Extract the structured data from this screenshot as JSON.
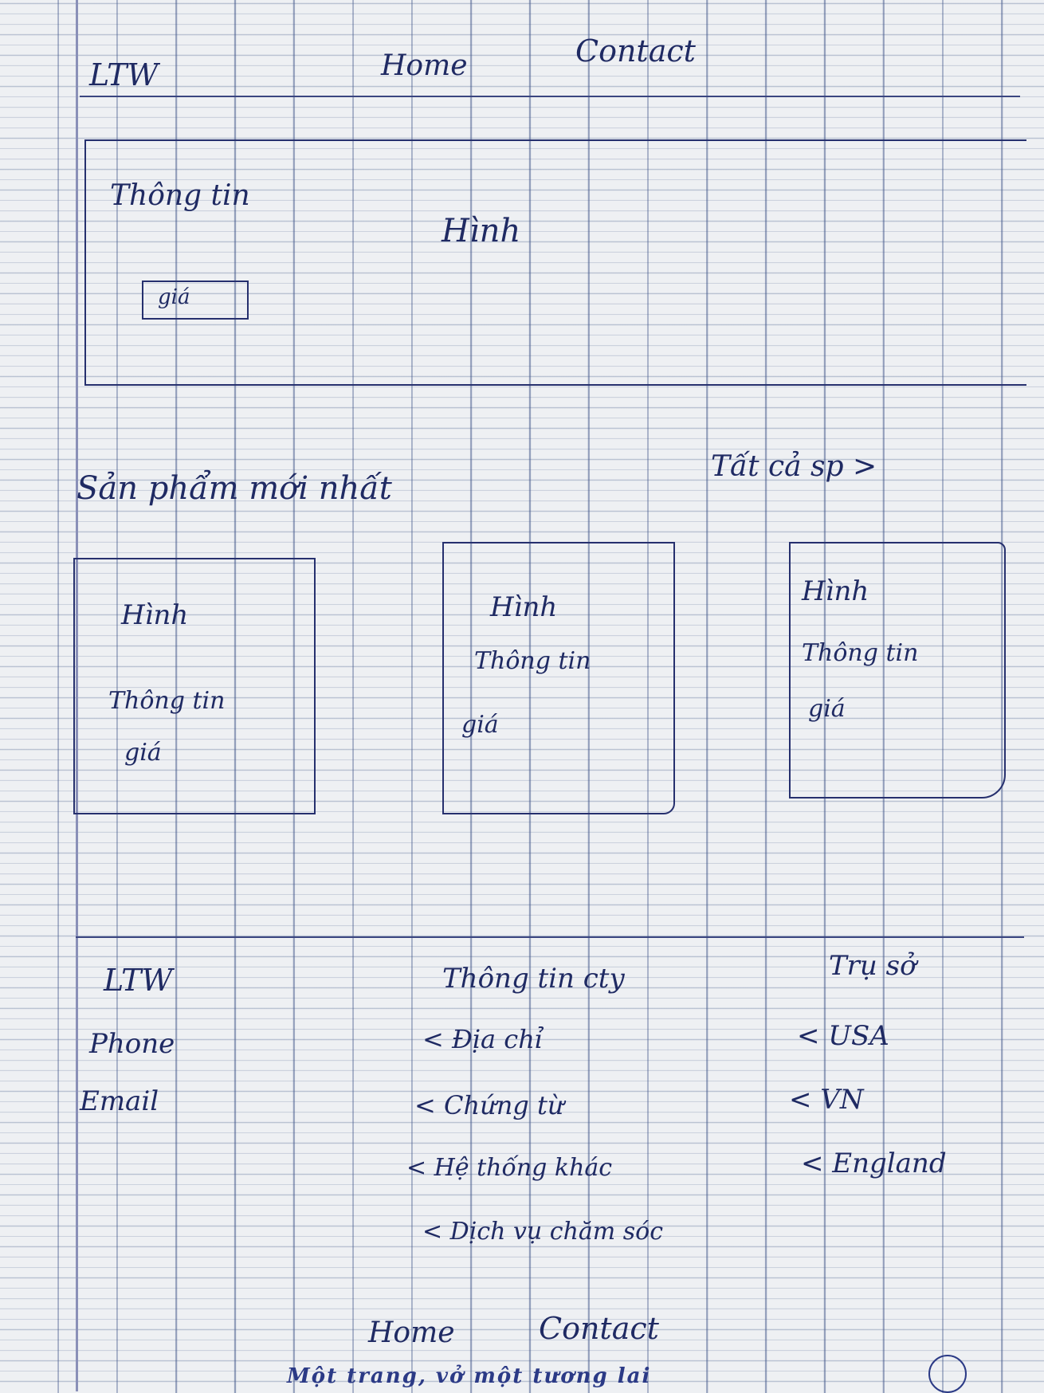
{
  "header": {
    "logo": "LTW",
    "nav": [
      "Home",
      "Contact"
    ]
  },
  "hero": {
    "info": "Thông tin",
    "price_button": "giá",
    "image": "Hình"
  },
  "products": {
    "title": "Sản phẩm mới nhất",
    "see_all": "Tất cả sp >",
    "cards": [
      {
        "image": "Hình",
        "info": "Thông tin",
        "price": "giá"
      },
      {
        "image": "Hình",
        "info": "Thông tin",
        "price": "giá"
      },
      {
        "image": "Hình",
        "info": "Thông tin",
        "price": "giá"
      }
    ]
  },
  "footer": {
    "col1": [
      "LTW",
      "Phone",
      "Email"
    ],
    "col2": {
      "title": "Thông tin cty",
      "items": [
        "< Địa chỉ",
        "< Chứng từ",
        "< Hệ thống khác",
        "< Dịch vụ chăm sóc"
      ]
    },
    "col3": {
      "title": "Trụ sở",
      "items": [
        "< USA",
        "< VN",
        "< England"
      ]
    },
    "nav": [
      "Home",
      "Contact"
    ]
  },
  "notebook_footer": "Một trang, vở một tương lai"
}
